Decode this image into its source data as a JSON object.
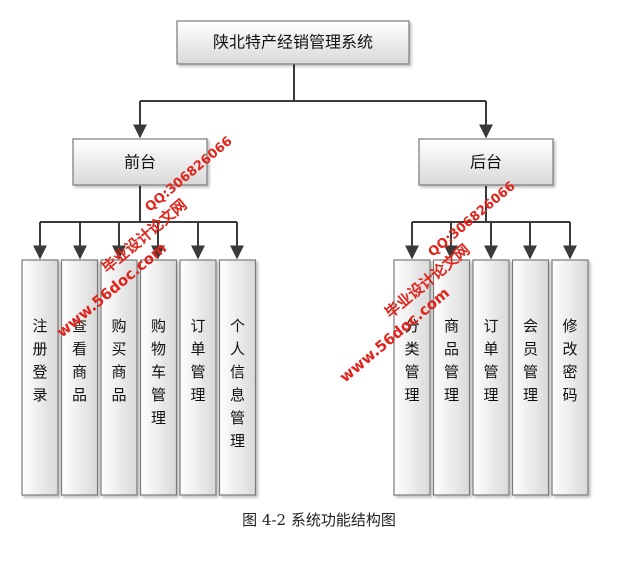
{
  "root": {
    "label": "陕北特产经销管理系统"
  },
  "front": {
    "label": "前台",
    "children": [
      "注册登录",
      "查看商品",
      "购买商品",
      "购物车管理",
      "订单管理",
      "个人信息管理"
    ]
  },
  "back": {
    "label": "后台",
    "children": [
      "分类管理",
      "商品管理",
      "订单管理",
      "会员管理",
      "修改密码"
    ]
  },
  "caption": "图 4-2 系统功能结构图",
  "watermarks": [
    {
      "site": "www.56doc.com",
      "name": "毕业设计论文网",
      "qq": "QQ:306826066"
    },
    {
      "site": "www.56doc.com",
      "name": "毕业设计论文网",
      "qq": "QQ:306826066"
    }
  ],
  "colors": {
    "box_light": "#ffffff",
    "box_dark": "#d9d9d9",
    "border": "#7a7a7a",
    "line": "#3a3a3a",
    "watermark": "#e0251c"
  }
}
